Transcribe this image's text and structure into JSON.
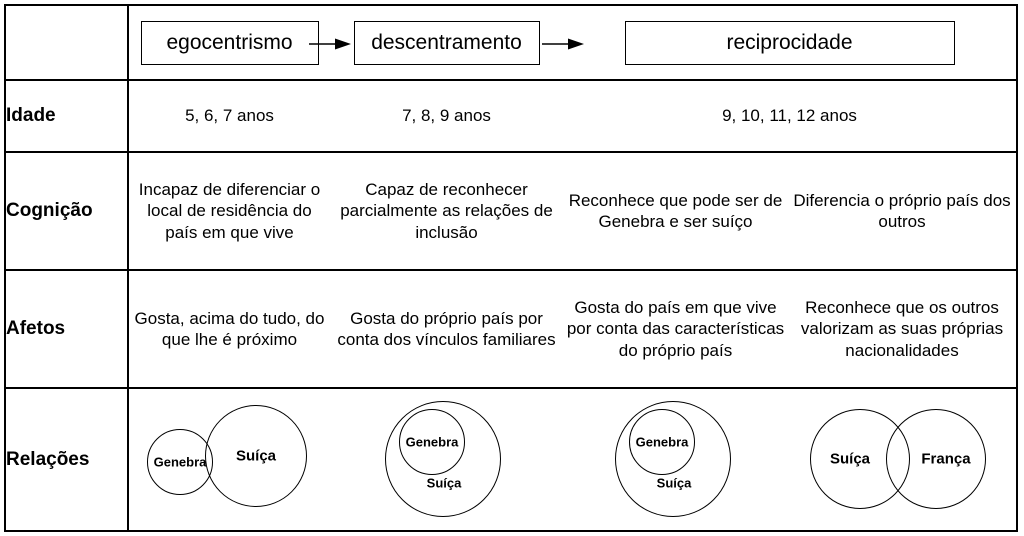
{
  "header": {
    "stages": [
      {
        "label": "egocentrismo"
      },
      {
        "label": "descentramento"
      },
      {
        "label": "reciprocidade"
      }
    ],
    "arrow_icon": "arrow-right-icon"
  },
  "rows": [
    {
      "label": "Idade",
      "cells": [
        "5, 6, 7 anos",
        "7, 8, 9 anos",
        "9, 10, 11, 12 anos"
      ]
    },
    {
      "label": "Cognição",
      "cells": [
        "Incapaz de diferenciar o local de residência do país em que vive",
        "Capaz de reconhecer parcialmente as relações de inclusão",
        "Reconhece que pode ser de Genebra e ser suíço",
        "Diferencia o próprio país dos outros"
      ]
    },
    {
      "label": "Afetos",
      "cells": [
        "Gosta, acima do tudo, do que lhe é próximo",
        "Gosta do próprio país por conta dos vínculos familiares",
        "Gosta do país em que vive por conta das características do próprio país",
        "Reconhece que os outros valorizam as suas próprias nacionalidades"
      ]
    },
    {
      "label": "Relações",
      "diagrams": [
        {
          "type": "two-separate-circles",
          "labels": [
            "Genebra",
            "Suíça"
          ]
        },
        {
          "type": "nested-circles",
          "labels": [
            "Genebra",
            "Suíça"
          ]
        },
        {
          "type": "nested-circles",
          "labels": [
            "Genebra",
            "Suíça"
          ]
        },
        {
          "type": "overlapping-circles",
          "labels": [
            "Suíça",
            "França"
          ]
        }
      ]
    }
  ],
  "colors": {
    "border": "#000000",
    "background": "#ffffff",
    "light_divider": "#cccccc"
  }
}
